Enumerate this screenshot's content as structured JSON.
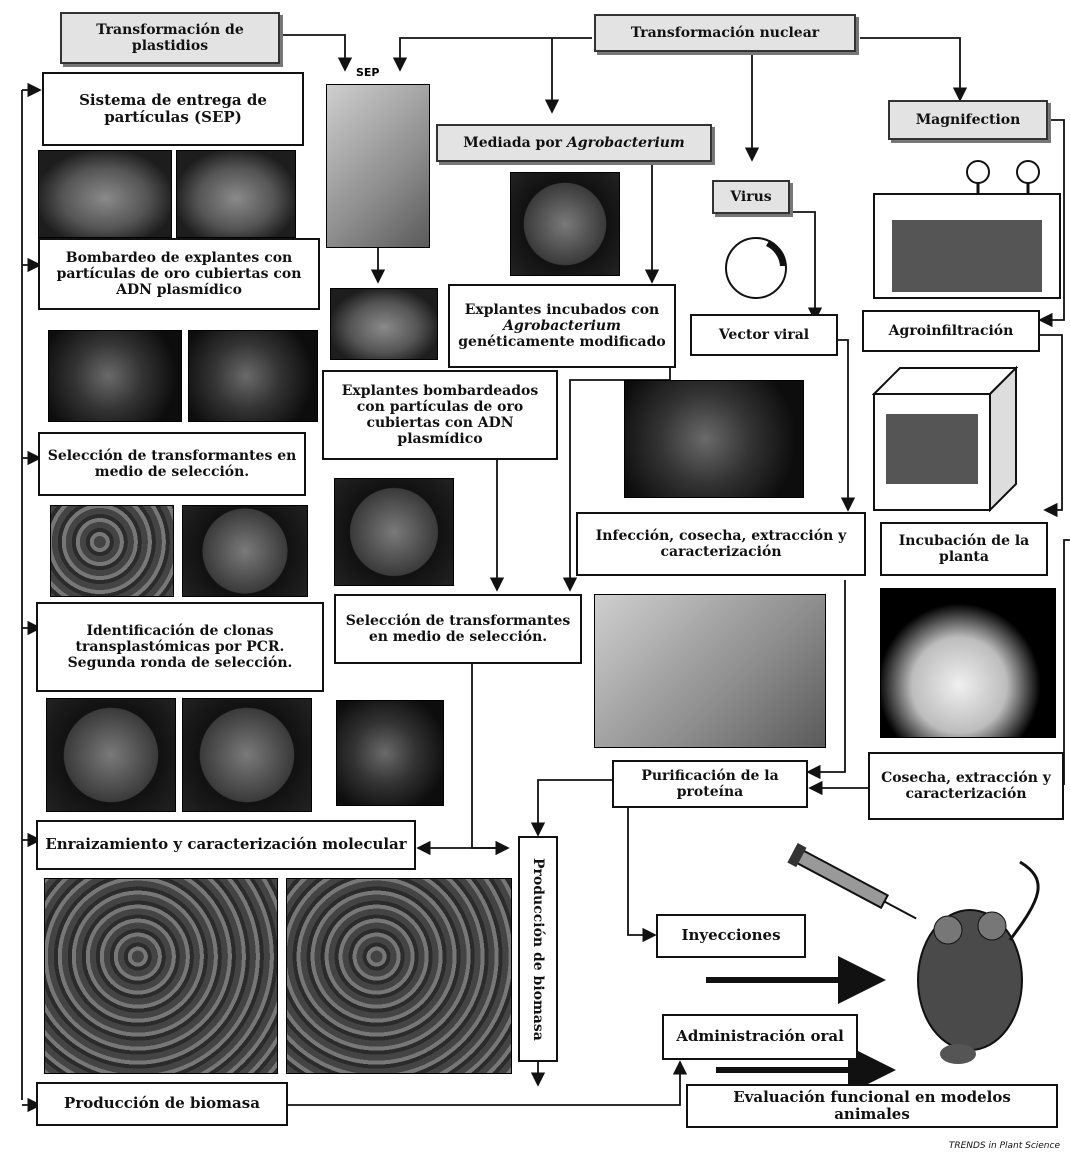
{
  "nodes": {
    "transformacion_plastidios": "Transformación de plastidios",
    "transformacion_nuclear": "Transformación nuclear",
    "sistema_entrega": "Sistema de entrega de partículas (SEP)",
    "sep_label": "SEP",
    "mediada_agro_prefix": "Mediada por ",
    "mediada_agro_italic": "Agrobacterium",
    "virus": "Virus",
    "magnifection": "Magnifection",
    "bombardeo": "Bombardeo de explantes con partículas de oro cubiertas con ADN plasmídico",
    "explantes_incubados_1": "Explantes incubados con",
    "explantes_incubados_2": "Agrobacterium",
    "explantes_incubados_3": "genéticamente modificado",
    "vector_viral": "Vector viral",
    "agroinfiltracion": "Agroinfiltración",
    "explantes_bombardeados": "Explantes bombardeados con partículas de oro cubiertas con ADN plasmídico",
    "seleccion_transformantes_1": "Selección de transformantes en medio de selección.",
    "infeccion": "Infección, cosecha, extracción y caracterización",
    "incubacion_planta": "Incubación de la planta",
    "identificacion_clonas": "Identificación de clonas transplastómicas por PCR. Segunda ronda de selección.",
    "seleccion_transformantes_2": "Selección de transformantes en medio de selección.",
    "purificacion": "Purificación de la proteína",
    "cosecha_extraccion": "Cosecha, extracción y caracterización",
    "enraizamiento": "Enraizamiento y caracterización molecular",
    "produccion_biomasa_vertical": "Producción de biomasa",
    "inyecciones": "Inyecciones",
    "administracion_oral": "Administración oral",
    "produccion_biomasa": "Producción de biomasa",
    "evaluacion_funcional": "Evaluación funcional en modelos animales"
  },
  "credit": "TRENDS in Plant Science"
}
